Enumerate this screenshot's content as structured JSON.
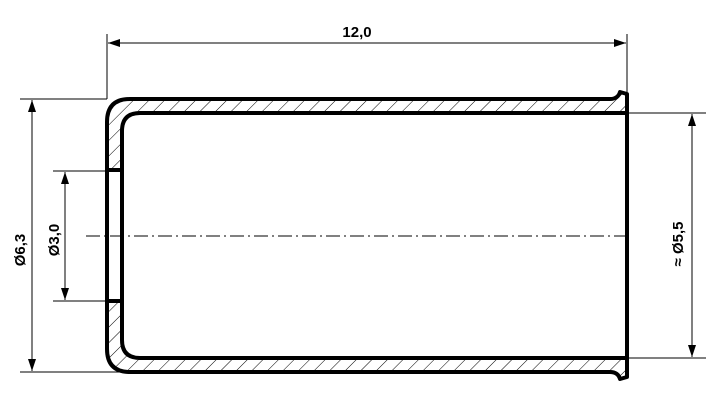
{
  "drawing": {
    "type": "technical-drawing",
    "subject": "ferrule / end sleeve cross-section",
    "dimensions": {
      "length": "12,0",
      "outer_diameter": "Ø6,3",
      "hole_diameter": "Ø3,0",
      "flange_inner_diameter": "≈ Ø5,5"
    },
    "colors": {
      "line": "#000000",
      "background": "#ffffff"
    }
  }
}
